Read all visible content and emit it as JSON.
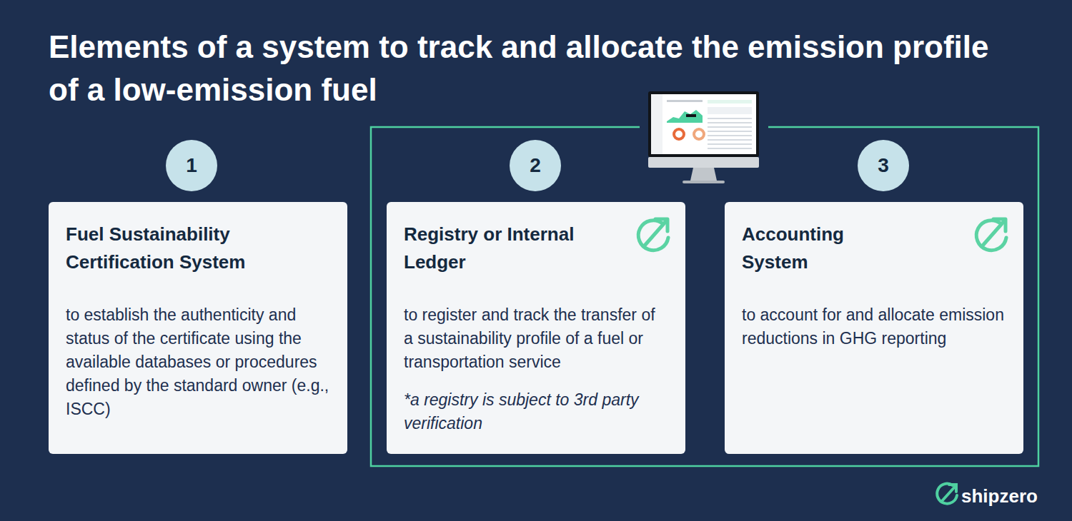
{
  "diagram": {
    "title": "Elements of a system to track and allocate the emission profile of a low-emission fuel",
    "nodes": [
      {
        "text": [
          "1"
        ]
      },
      {
        "text": [
          "Fuel Sustainability Certification System",
          "to establish the authenticity and status of the certificate using the available databases or procedures defined by the standard owner (e.g., ISCC)"
        ]
      },
      {
        "text": [
          "2"
        ]
      },
      {
        "text": [
          "Registry or Internal Ledger",
          "to register and track the transfer of a sustainability profile of a fuel or transportation service",
          "*a registry is subject to 3rd party verification"
        ]
      },
      {
        "text": [
          "3"
        ]
      },
      {
        "text": [
          "Accounting System",
          "to account for and allocate emission reductions in GHG reporting"
        ]
      }
    ],
    "labels": [
      "shipzero"
    ]
  }
}
